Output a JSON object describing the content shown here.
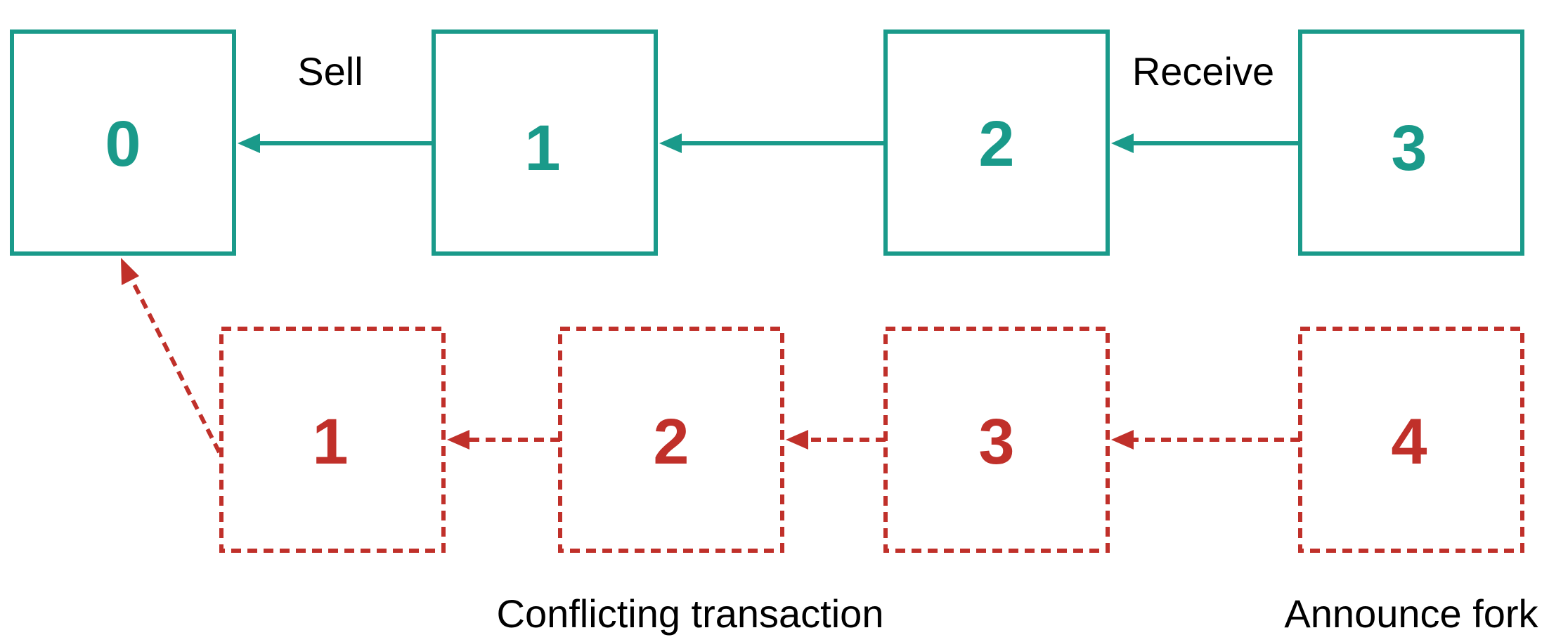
{
  "colors": {
    "main_chain": "#1a9a8a",
    "fork_chain": "#c0302a",
    "caption": "#000000"
  },
  "main_chain": {
    "blocks": [
      {
        "label": "0"
      },
      {
        "label": "1"
      },
      {
        "label": "2"
      },
      {
        "label": "3"
      }
    ]
  },
  "fork_chain": {
    "blocks": [
      {
        "label": "1"
      },
      {
        "label": "2"
      },
      {
        "label": "3"
      },
      {
        "label": "4"
      }
    ]
  },
  "annotations": {
    "sell": "Sell",
    "receive": "Receive",
    "conflicting_transaction": "Conflicting transaction",
    "announce_fork": "Announce fork"
  }
}
